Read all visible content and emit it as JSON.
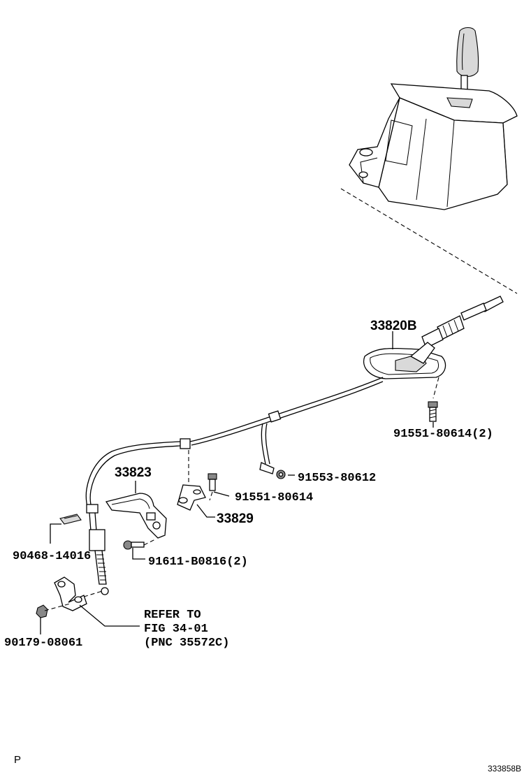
{
  "diagram": {
    "parts": [
      {
        "id": "p-33820b",
        "number": "33820B"
      },
      {
        "id": "p-91551-80614-2",
        "number": "91551-80614(2)"
      },
      {
        "id": "p-91553-80612",
        "number": "91553-80612"
      },
      {
        "id": "p-91551-80614",
        "number": "91551-80614"
      },
      {
        "id": "p-33823",
        "number": "33823"
      },
      {
        "id": "p-33829",
        "number": "33829"
      },
      {
        "id": "p-90468-14016",
        "number": "90468-14016"
      },
      {
        "id": "p-91611-b0816-2",
        "number": "91611-B0816(2)"
      },
      {
        "id": "p-90179-08061",
        "number": "90179-08061"
      }
    ],
    "reference": {
      "line1": "REFER TO",
      "line2": "FIG 34-01",
      "line3": "(PNC 35572C)"
    },
    "corner_marker": "P",
    "figure_code": "333858B"
  }
}
